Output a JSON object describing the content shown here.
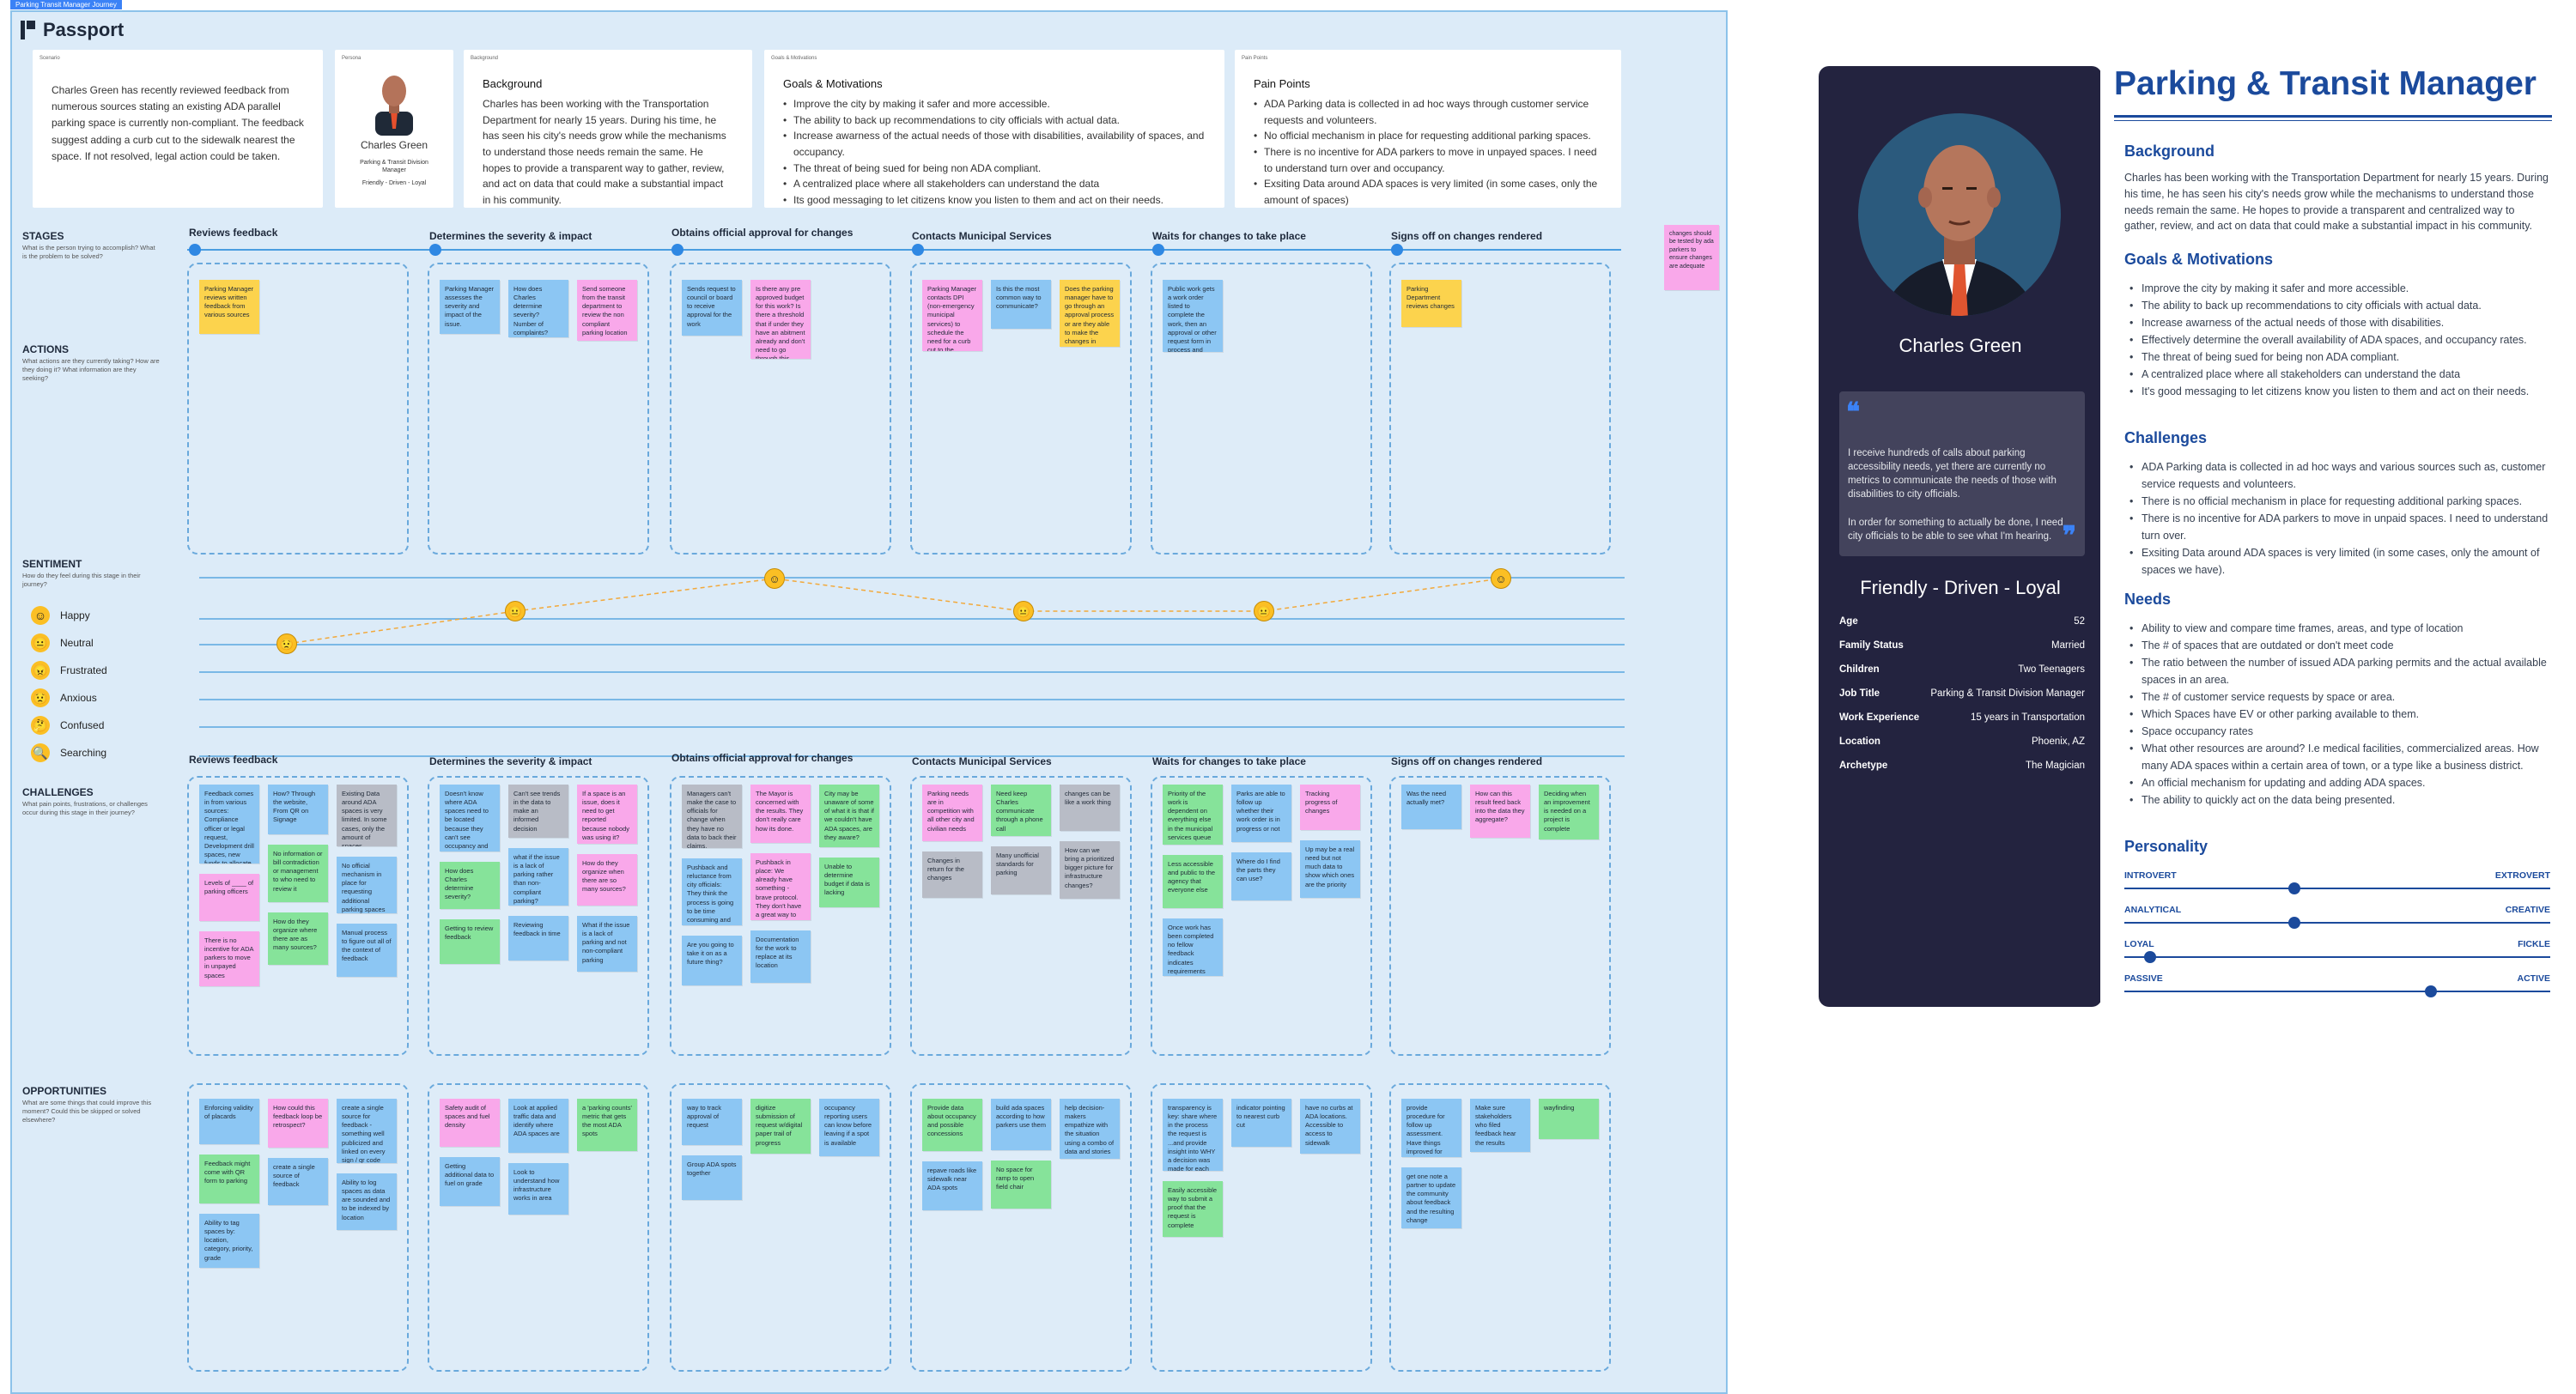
{
  "board": {
    "tag": "Parking Transit Manager Journey",
    "logo": "Passport",
    "cards": {
      "scenario": {
        "tag": "Scenario",
        "text": "Charles Green has recently reviewed feedback from numerous sources stating an existing ADA parallel parking space is currently non-compliant. The feedback suggest adding a curb cut to the sidewalk nearest the space. If not resolved, legal action could be taken."
      },
      "persona": {
        "tag": "Persona",
        "name": "Charles Green",
        "role": "Parking & Transit Division Manager",
        "traits": "Friendly - Driven - Loyal"
      },
      "background": {
        "tag": "Background",
        "title": "Background",
        "text": "Charles has been working with the Transportation Department for nearly 15 years. During his time, he has seen his city's needs grow while the mechanisms to understand those needs remain the same. He hopes to provide a transparent way to gather, review, and act on data that could make a substantial impact in his community."
      },
      "goals": {
        "tag": "Goals & Motivations",
        "title": "Goals & Motivations",
        "items": [
          "Improve the city by making it safer and more accessible.",
          "The ability to back up recommendations to city officials with actual data.",
          "Increase awarness of the actual needs of those with disabilities, availability of spaces, and occupancy.",
          "The threat of being sued for being non ADA compliant.",
          "A centralized place where all stakeholders can understand the data",
          "Its good messaging to let citizens know you listen to them and act on their needs."
        ]
      },
      "pain": {
        "tag": "Pain Points",
        "title": "Pain Points",
        "items": [
          "ADA Parking data is collected in ad hoc ways through customer service requests and volunteers.",
          "No official mechanism in place for requesting additional parking spaces.",
          "There is no incentive for ADA parkers to move in unpayed spaces. I need to understand turn over and occupancy.",
          "Exsiting Data around ADA spaces is very limited (in some cases, only the amount of spaces)"
        ]
      }
    },
    "rows": {
      "stages": {
        "label": "STAGES",
        "sub": "What is the person trying to accomplish? What is the problem to be solved?"
      },
      "actions": {
        "label": "ACTIONS",
        "sub": "What actions are they currently taking? How are they doing it? What information are they seeking?"
      },
      "sentiment": {
        "label": "SENTIMENT",
        "sub": "How do they feel during this stage in their journey?"
      },
      "challenges": {
        "label": "CHALLENGES",
        "sub": "What pain points, frustrations, or challenges occur during this stage in their journey?"
      },
      "opportunities": {
        "label": "OPPORTUNITIES",
        "sub": "What are some things that could improve this moment? Could this be skipped or solved elsewhere?"
      }
    },
    "moods": [
      "Happy",
      "Neutral",
      "Frustrated",
      "Anxious",
      "Confused",
      "Searching"
    ],
    "stages": [
      "Reviews feedback",
      "Determines the severity & impact",
      "Obtains official approval for changes",
      "Contacts Municipal Services",
      "Waits for changes to take place",
      "Signs off on changes rendered"
    ],
    "corner_note": "changes should be tested by ada parkers to ensure changes are adequate",
    "actions": {
      "s1": [
        "Parking Manager reviews written feedback from various sources"
      ],
      "s2": [
        "Parking Manager assesses the severity and impact of the issue.",
        "How does Charles determine severity? Number of complaints? Safety issues?",
        "Send someone from the transit department to review the non compliant parking location"
      ],
      "s3": [
        "Sends request to council or board to receive approval for the work",
        "Is there any pre approved budget for this work? Is there a threshold that if under they have an abitment already and don't need to go through this process?"
      ],
      "s4": [
        "Parking Manager contacts DPI (non-emergency municipal services) to schedule the need for a curb cut to the specified location",
        "Is this the most common way to communicate?",
        "Does the parking manager have to go through an approval process or are they able to make the changes in house?"
      ],
      "s5": [
        "Public work gets a work order listed to complete the work, then an approval or other request form in process and timely address."
      ],
      "s6": [
        "Parking Department reviews changes"
      ]
    },
    "challenges": {
      "s1": [
        "Feedback comes in from various sources: Compliance officer or legal request, Development drill spaces, new funds to allocate, Request from civilian or volunteer group, Internal Audit from Transportation dept",
        "How? Through the website, From QR on Signage",
        "Existing Data around ADA spaces is very limited. In some cases, only the amount of spaces",
        "Levels of ____ of parking officers",
        "No information or bill contradiction or management to who need to review it",
        "No official mechanism in place for requesting additional parking spaces",
        "There is no incentive for ADA parkers to move in unpayed spaces",
        "How do they organize where there are as many sources?",
        "Manual process to figure out all of the context of feedback"
      ],
      "s2": [
        "Doesn't know where ADA spaces need to be located because they can't see occupancy and impact of need by area",
        "Can't see trends in the data to make an informed decision",
        "If a space is an issue, does it need to get reported because nobody was using it?",
        "How does Charles determine severity?",
        "what if the issue is a lack of parking rather than non-compliant parking?",
        "How do they organize when there are so many sources?",
        "Getting to review feedback",
        "Reviewing feedback in time",
        "What if the issue is a lack of parking and not non-compliant parking"
      ],
      "s3": [
        "Managers can't make the case to officials for change when they have no data to back their claims.",
        "The Mayor is concerned with the results. They don't really care how its done.",
        "City may be unaware of some of what it is that if we couldn't have ADA spaces, are they aware?",
        "Pushback and reluctance from city officials: They think the process is going to be time consuming and costly",
        "Pushback in place: We already have something - brave protocol. They don't have a great way to aggregate info",
        "Unable to determine budget if data is lacking",
        "Are you going to take it on as a future thing?",
        "Documentation for the work to replace at its location"
      ],
      "s4": [
        "Parking needs are in competition with all other city and civilian needs",
        "Need keep Charles communicate through a phone call",
        "changes can be like a work thing",
        "Changes in return for the changes",
        "Many unofficial standards for parking",
        "How can we bring a prioritized bigger picture for infrastructure changes?"
      ],
      "s5": [
        "Priority of the work is dependent on everything else in the municipal services queue",
        "Parks are able to follow up whether their work order is in progress or not",
        "Tracking progress of changes",
        "Less accessible and public to the agency that everyone else",
        "Where do I find the parts they can use?",
        "Up may be a real need but not much data to show which ones are the priority",
        "Once work has been completed no fellow feedback indicates requirements met"
      ],
      "s6": [
        "Was the need actually met?",
        "How can this result feed back into the data they aggregate?",
        "Deciding when an improvement is needed on a project is complete"
      ]
    },
    "opportunities": {
      "s1": [
        "Enforcing validity of placards",
        "How could this feedback loop be retrospect?",
        "create a single source for feedback - something well publicized and linked on every sign / qr code",
        "Feedback might come with QR form to parking",
        "create a single source of feedback",
        "Ability to log spaces as data are sounded and to be indexed by location",
        "Ability to tag spaces by: location, category, priority, grade"
      ],
      "s2": [
        "Safety audit of spaces and fuel density",
        "Look at applied traffic data and identify where ADA spaces are",
        "a 'parking counts' metric that gets the most ADA spots",
        "Getting additional data to fuel on grade",
        "Look to understand how infrastructure works in area"
      ],
      "s3": [
        "way to track approval of request",
        "digitize submission of request w/digital paper trail of progress",
        "occupancy reporting users can know before leaving if a spot is available",
        "Group ADA spots together"
      ],
      "s4": [
        "Provide data about occupancy and possible concessions",
        "build ada spaces according to how parkers use them",
        "help decision-makers empathize with the situation using a combo of data and stories",
        "repave roads like sidewalk near ADA spots",
        "No space for ramp to open field chair"
      ],
      "s5": [
        "transparency is key: share where in the process the request is ...and provide insight into WHY a decision was made for each step",
        "indicator pointing to nearest curb cut",
        "have no curbs at ADA locations. Accessible to access to sidewalk",
        "Easily accessible way to submit a proof that the request is complete"
      ],
      "s6": [
        "provide procedure for follow up assessment. Have things improved for parkers?",
        "Make sure stakeholders who filed feedback hear the results",
        "wayfinding",
        "get one note a partner to update the community about feedback and the resulting change"
      ]
    }
  },
  "persona": {
    "title": "Parking & Transit Manager",
    "name": "Charles Green",
    "quote": "I receive hundreds of calls about parking accessibility needs, yet there are currently no metrics to communicate the needs of those with disabilities to city officials.\n\nIn order for something to actually be done, I need city officials to be able to see what I'm hearing.",
    "traits": "Friendly - Driven - Loyal",
    "details": [
      {
        "k": "Age",
        "v": "52"
      },
      {
        "k": "Family Status",
        "v": "Married"
      },
      {
        "k": "Children",
        "v": "Two Teenagers"
      },
      {
        "k": "Job Title",
        "v": "Parking & Transit Division Manager"
      },
      {
        "k": "Work Experience",
        "v": "15 years in Transportation"
      },
      {
        "k": "Location",
        "v": "Phoenix, AZ"
      },
      {
        "k": "Archetype",
        "v": "The Magician"
      }
    ],
    "background_title": "Background",
    "background": "Charles has been working with the Transportation Department for nearly 15 years. During his time, he has seen his city's needs grow while the mechanisms to understand those needs remain the same. He hopes to provide a transparent and centralized way to gather, review, and act on data that could make a substantial impact in his community.",
    "goals_title": "Goals & Motivations",
    "goals": [
      "Improve the city by making it safer and more accessible.",
      "The ability to back up recommendations to city officials with actual data.",
      "Increase awarness of the actual needs of those with disabilities.",
      "Effectively determine the overall availability of ADA spaces, and occupancy rates.",
      "The threat of being sued for being non ADA compliant.",
      "A centralized place where all stakeholders can understand the data",
      "It's good messaging to let citizens know you listen to them and act on their needs."
    ],
    "challenges_title": "Challenges",
    "challenges": [
      "ADA Parking data is collected in ad hoc ways and various sources such as, customer service requests and volunteers.",
      "There is no official mechanism in place for requesting additional parking spaces.",
      "There is no incentive for ADA parkers to move in unpaid spaces. I need to understand turn over.",
      "Exsiting Data around ADA spaces is very limited (in some cases, only the amount of spaces we have)."
    ],
    "needs_title": "Needs",
    "needs": [
      "Ability to view and compare time frames, areas, and type of location",
      "The # of spaces that are outdated or don't meet code",
      "The ratio between the number of issued ADA parking permits and the actual available spaces in an area.",
      "The # of customer service requests by space or area.",
      "Which Spaces have EV or other parking available to them.",
      "Space occupancy rates",
      "What other resources are around? I.e medical facilities, commercialized areas. How many ADA spaces within a certain area of town, or a type like a business district.",
      "An official mechanism for updating and adding ADA spaces.",
      "The ability to quickly act on the data being presented."
    ],
    "personality_title": "Personality",
    "personality": [
      {
        "left": "INTROVERT",
        "right": "EXTROVERT",
        "value": 0.4
      },
      {
        "left": "ANALYTICAL",
        "right": "CREATIVE",
        "value": 0.4
      },
      {
        "left": "LOYAL",
        "right": "FICKLE",
        "value": 0.06
      },
      {
        "left": "PASSIVE",
        "right": "ACTIVE",
        "value": 0.72
      }
    ]
  }
}
